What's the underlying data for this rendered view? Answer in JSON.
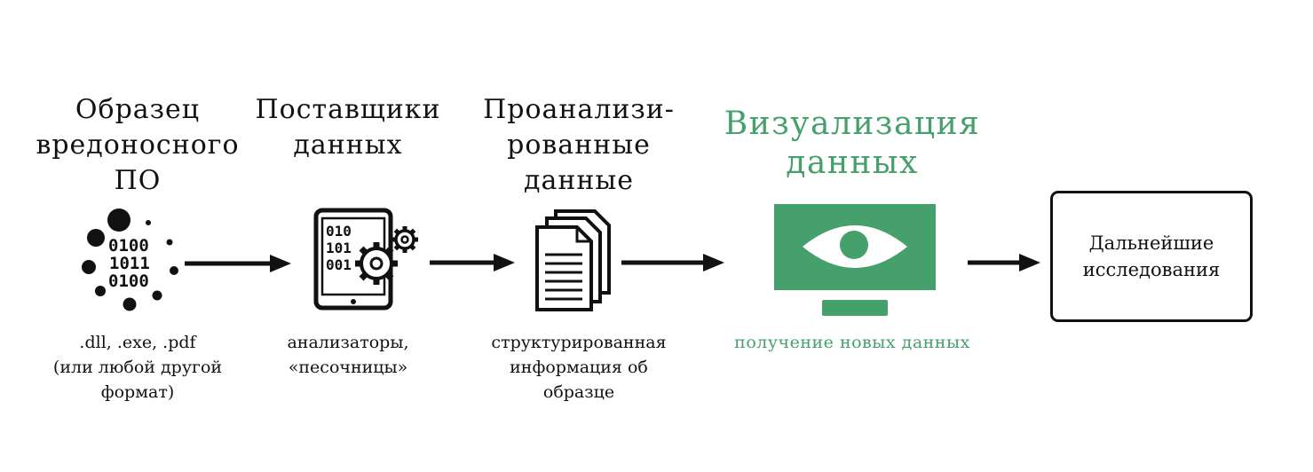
{
  "stages": [
    {
      "title": "Образец\nвредоносного\nПО",
      "caption": ".dll, .exe, .pdf\n(или любой другой\nформат)",
      "icon": "binary-dots-icon"
    },
    {
      "title": "Поставщики\nданных",
      "caption": "анализаторы,\n«песочницы»",
      "icon": "tablet-gears-icon"
    },
    {
      "title": "Проанализи-\nрованные\nданные",
      "caption": "структурированная\nинформация об\nобразце",
      "icon": "documents-icon"
    },
    {
      "title": "Визуализация\nданных",
      "caption": "получение новых данных",
      "icon": "monitor-eye-icon"
    },
    {
      "title": "Дальнейшие\nисследования"
    }
  ],
  "binary": [
    "0100",
    "1011",
    "0100"
  ],
  "tablet_binary": [
    "010",
    "101",
    "001"
  ],
  "colors": {
    "accent": "#46a06b",
    "ink": "#111111"
  }
}
